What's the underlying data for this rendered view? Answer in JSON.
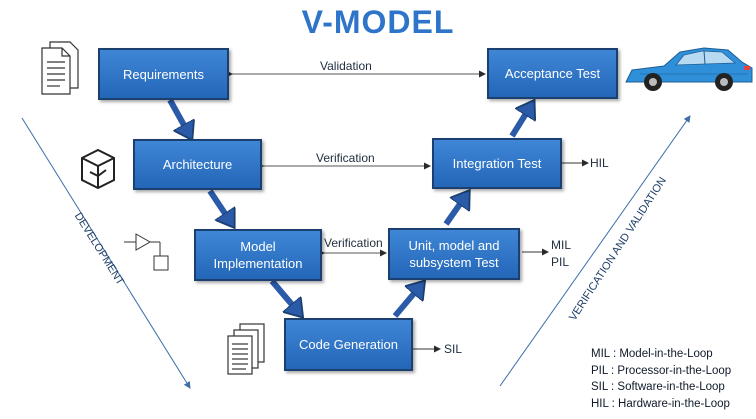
{
  "title": "V-MODEL",
  "boxes": {
    "requirements": "Requirements",
    "architecture": "Architecture",
    "model_impl": "Model\nImplementation",
    "code_gen": "Code Generation",
    "unit_test": "Unit, model and\nsubsystem Test",
    "integration_test": "Integration Test",
    "acceptance_test": "Acceptance Test"
  },
  "connectors": {
    "validation": "Validation",
    "verification_top": "Verification",
    "verification_mid": "Verification"
  },
  "outputs": {
    "hil": "HIL",
    "mil": "MIL",
    "pil": "PIL",
    "sil": "SIL"
  },
  "side_labels": {
    "development": "DEVELOPMENT",
    "verification_validation": "VERIFICATION AND VALIDATION"
  },
  "legend": [
    "MIL : Model-in-the-Loop",
    "PIL  : Processor-in-the-Loop",
    "SIL  : Software-in-the-Loop",
    "HIL : Hardware-in-the-Loop"
  ],
  "icons": [
    "document-icon",
    "cube-icon",
    "block-diagram-icon",
    "code-pages-icon",
    "car-icon"
  ],
  "colors": {
    "title": "#2e74c9",
    "box_fill": "#2f74c8",
    "box_border": "#1b3f6e",
    "side_arrow": "#3e6fa8"
  }
}
